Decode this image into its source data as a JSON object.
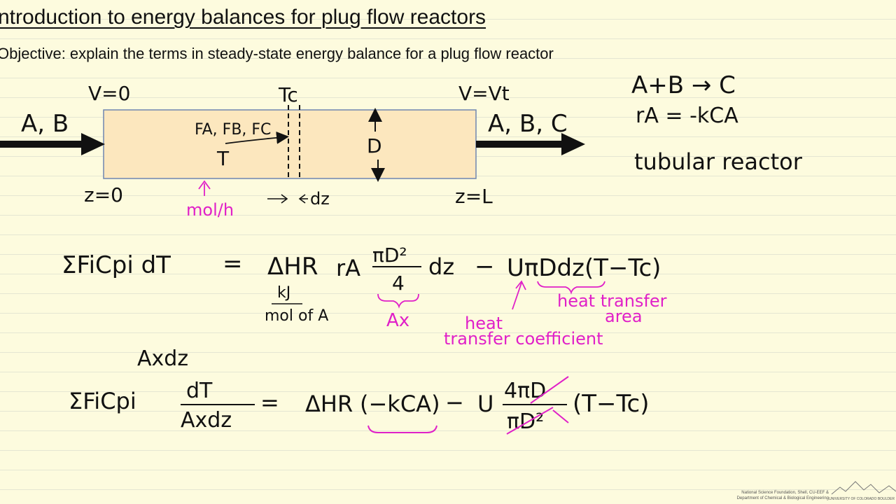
{
  "title": "ntroduction to energy balances for plug flow reactors",
  "objective": "Objective: explain the terms in steady-state energy balance for a plug flow reactor",
  "diagram": {
    "inlet_label": "A, B",
    "outlet_label": "A, B, C",
    "v_in": "V=0",
    "v_out": "V=Vt",
    "tc": "Tc",
    "flows": "FA, FB, FC",
    "temp": "T",
    "diameter": "D",
    "z_start": "z=0",
    "z_end": "z=L",
    "units_note": "mol/h",
    "dz": "dz"
  },
  "reaction": {
    "equation": "A+B → C",
    "rate": "rA = -kCA",
    "type": "tubular reactor"
  },
  "equation1": {
    "lhs": "ΣFiCpi dT",
    "eq": "=",
    "dh": "ΔHR",
    "rate": "rA",
    "area_num": "πD²",
    "area_den": "4",
    "dz": "dz",
    "minus": "−",
    "heat": "UπDdz(T−Tc)",
    "dh_unit_num": "kJ",
    "dh_unit_den": "mol of A",
    "ax_note": "Ax",
    "heat_coeff_note_1": "heat",
    "heat_coeff_note_2": "transfer coefficient",
    "area_note_1": "heat transfer",
    "area_note_2": "area"
  },
  "equation2": {
    "axdz": "Axdz",
    "lhs": "ΣFiCpi",
    "frac_num": "dT",
    "frac_den": "Axdz",
    "eq": "=",
    "dh": "ΔHR",
    "rate": "(−kCA)",
    "minus": "−",
    "u": "U",
    "num": "4πD",
    "den": "πD²",
    "tail": "(T−Tc)"
  },
  "credits": {
    "line1": "National Science Foundation, Shell, CU-EEF &",
    "line2": "Department of Chemical & Biological Engineering",
    "logo": "UNIVERSITY OF COLORADO BOULDER"
  },
  "colors": {
    "ink": "#111111",
    "annotation": "#e020c8",
    "reactor_fill": "#fce7be",
    "reactor_stroke": "#6f86b0"
  }
}
